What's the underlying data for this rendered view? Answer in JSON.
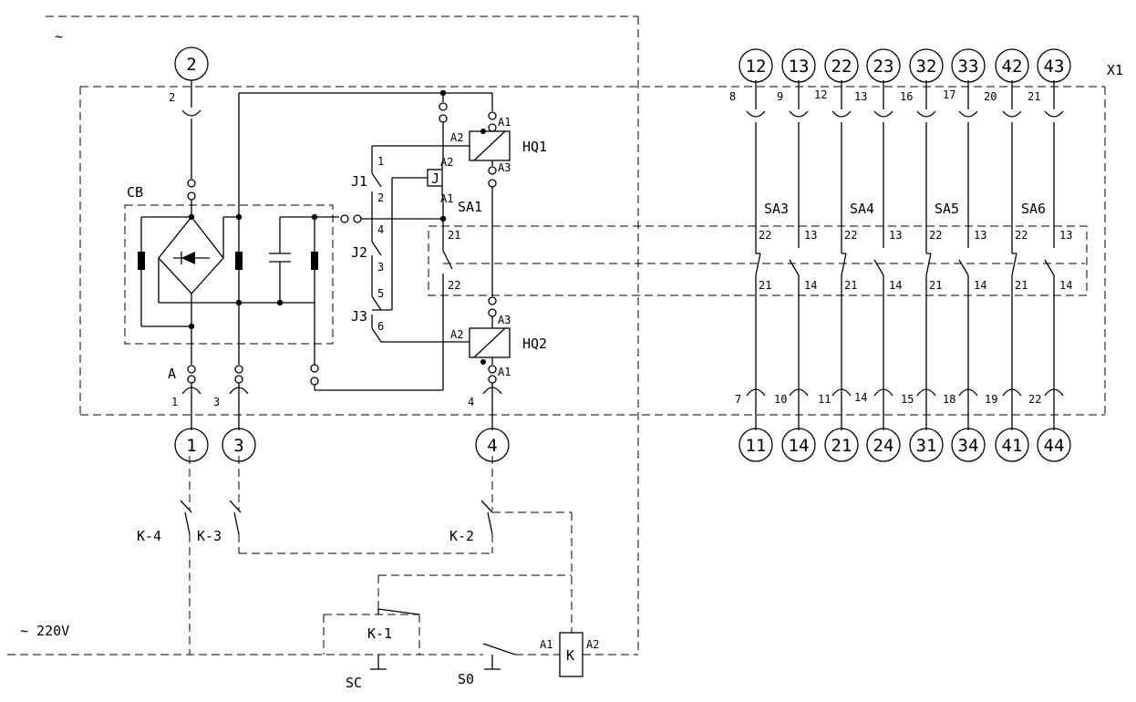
{
  "labels": {
    "ac_top": "~",
    "ac_bottom": "~ 220V",
    "cb": "CB",
    "x1": "X1",
    "a": "A",
    "j": "J",
    "j1": "J1",
    "j2": "J2",
    "j3": "J3",
    "sa1": "SA1",
    "sa3": "SA3",
    "sa4": "SA4",
    "sa5": "SA5",
    "sa6": "SA6",
    "hq1": "HQ1",
    "hq2": "HQ2",
    "k1": "K-1",
    "k2": "K-2",
    "k3": "K-3",
    "k4": "K-4",
    "k": "K",
    "sc": "SC",
    "s0": "S0",
    "a1": "A1",
    "a2": "A2",
    "a3": "A3"
  },
  "left_terminals": {
    "top": "2",
    "bottom": [
      "1",
      "3",
      "4"
    ]
  },
  "pin_numbers": {
    "p2": "2",
    "p1": "1",
    "p3": "3",
    "p4": "4",
    "j_pins": [
      "1",
      "2",
      "4",
      "3",
      "5",
      "6"
    ],
    "sa1_21": "21",
    "sa1_22": "22"
  },
  "right_top_circles": [
    "12",
    "13",
    "22",
    "23",
    "32",
    "33",
    "42",
    "43"
  ],
  "right_top_pins": [
    "8",
    "9",
    "12",
    "13",
    "16",
    "17",
    "20",
    "21"
  ],
  "right_bottom_circles": [
    "11",
    "14",
    "21",
    "24",
    "31",
    "34",
    "41",
    "44"
  ],
  "right_bottom_pins": [
    "7",
    "10",
    "11",
    "14",
    "15",
    "18",
    "19",
    "22"
  ],
  "switch_contacts": {
    "c22": "22",
    "c13": "13",
    "c21": "21",
    "c14": "14"
  }
}
